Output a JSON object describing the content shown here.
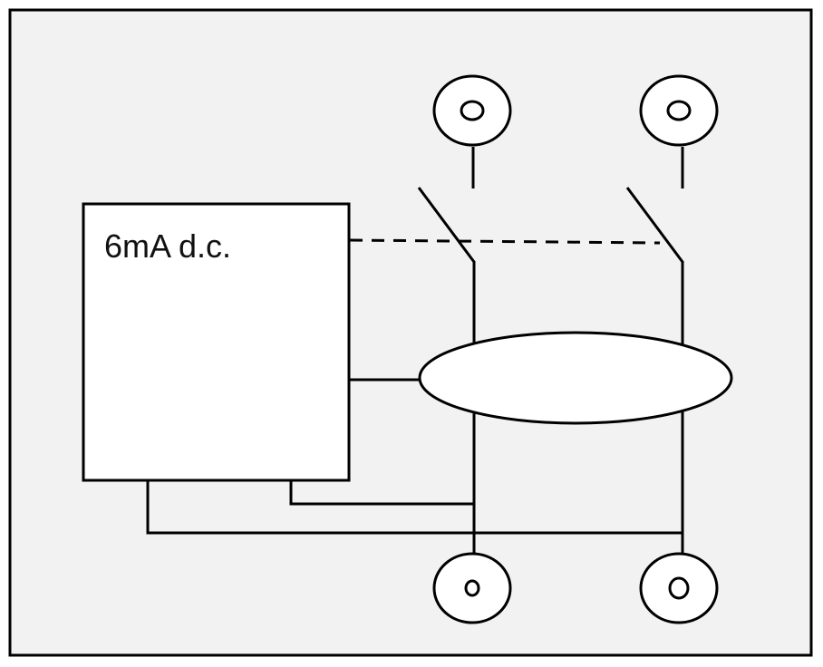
{
  "diagram": {
    "type": "circuit-schematic",
    "description": "Residual current device with 6mA d.c. detection",
    "detector_box": {
      "label": "6mA d.c."
    },
    "colors": {
      "background": "#f2f2f2",
      "stroke": "#000000",
      "fill": "#ffffff"
    },
    "terminals": [
      {
        "id": "top-left",
        "position": "top"
      },
      {
        "id": "top-right",
        "position": "top"
      },
      {
        "id": "bottom-left",
        "position": "bottom"
      },
      {
        "id": "bottom-right",
        "position": "bottom"
      }
    ],
    "switches": [
      {
        "id": "switch-left",
        "state": "open"
      },
      {
        "id": "switch-right",
        "state": "open"
      }
    ],
    "components": [
      "detector-box",
      "current-transformer-toroid",
      "mechanical-linkage-dashed",
      "conductor-lines"
    ]
  }
}
